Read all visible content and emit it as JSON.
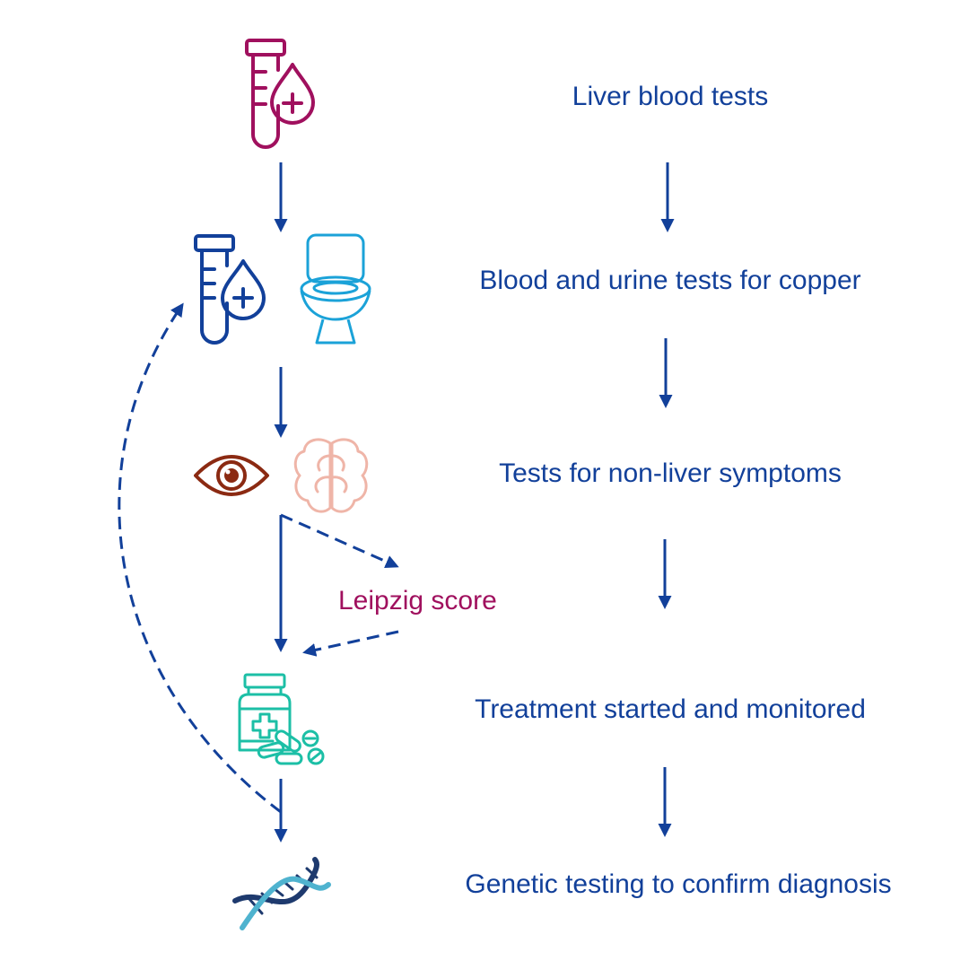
{
  "colors": {
    "flow_blue": "#12409A",
    "magenta": "#A0105E",
    "light_blue": "#1BA2D8",
    "eye_brown": "#8B2A12",
    "brain_pink": "#EFB5A8",
    "teal": "#1CBFA6",
    "dna_navy": "#1E3A6E",
    "dna_cyan": "#4FB3CF"
  },
  "steps": [
    {
      "label": "Liver blood tests",
      "icons": [
        "blood-test-tube-icon"
      ]
    },
    {
      "label": "Blood and urine tests for copper",
      "icons": [
        "blood-test-tube-icon",
        "toilet-icon"
      ]
    },
    {
      "label": "Tests for  non-liver symptoms",
      "icons": [
        "eye-icon",
        "brain-icon"
      ]
    },
    {
      "label": "Treatment started and monitored",
      "icons": [
        "medicine-bottle-pills-icon"
      ]
    },
    {
      "label": "Genetic testing to confirm diagnosis",
      "icons": [
        "dna-icon"
      ]
    }
  ],
  "side_branch": {
    "label": "Leipzig score"
  }
}
